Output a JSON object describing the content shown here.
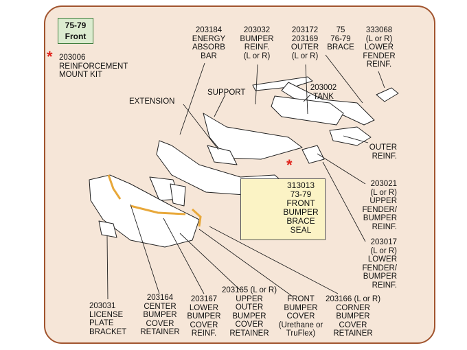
{
  "badge": {
    "line1": "75-79",
    "line2": "Front"
  },
  "labels": {
    "reinf_mount_kit": [
      "203006",
      "REINFORCEMENT",
      "MOUNT KIT"
    ],
    "energy_absorb_bar": [
      "203184",
      "ENERGY",
      "ABSORB",
      "BAR"
    ],
    "bumper_reinf": [
      "203032",
      "BUMPER",
      "REINF.",
      "(L or R)"
    ],
    "outer": [
      "203172",
      "203169",
      "OUTER",
      "(L or R)"
    ],
    "brace": [
      "75",
      "76-79",
      "BRACE"
    ],
    "lower_fender_reinf_top": [
      "333068",
      "(L or R)",
      "LOWER",
      "FENDER",
      "REINF."
    ],
    "support": [
      "SUPPORT"
    ],
    "tank": [
      "203002",
      "TANK"
    ],
    "extension": [
      "EXTENSION"
    ],
    "outer_reinf": [
      "OUTER",
      "REINF."
    ],
    "upper_fender_bumper_reinf": [
      "203021",
      "(L or R)",
      "UPPER",
      "FENDER/",
      "BUMPER",
      "REINF."
    ],
    "lower_fender_bumper_reinf": [
      "203017",
      "(L or R)",
      "LOWER",
      "FENDER/",
      "BUMPER",
      "REINF."
    ],
    "brace_seal": [
      "313013",
      "73-79",
      "FRONT",
      "BUMPER",
      "BRACE",
      "SEAL"
    ],
    "license_plate_bracket": [
      "203031",
      "LICENSE",
      "PLATE",
      "BRACKET"
    ],
    "center_retainer": [
      "203164",
      "CENTER",
      "BUMPER",
      "COVER",
      "RETAINER"
    ],
    "lower_cover_reinf": [
      "203167",
      "LOWER",
      "BUMPER",
      "COVER",
      "REINF."
    ],
    "upper_outer_retainer": [
      "203165 (L or R)",
      "UPPER",
      "OUTER",
      "BUMPER",
      "COVER",
      "RETAINER"
    ],
    "front_bumper_cover": [
      "FRONT",
      "BUMPER",
      "COVER",
      "(Urethane or",
      "TruFlex)"
    ],
    "corner_retainer": [
      "203166 (L or R)",
      "CORNER",
      "BUMPER",
      "COVER",
      "RETAINER"
    ]
  },
  "colors": {
    "frame_border": "#a1542e",
    "frame_fill": "#f6e6d8",
    "badge_fill": "#dcecd0",
    "star": "#e0231c",
    "inset_fill": "#fbf3c5",
    "retainer": "#e8a83a"
  },
  "icons": {
    "kit_marker": "red-asterisk-icon",
    "mount_marker": "red-asterisk-icon"
  }
}
